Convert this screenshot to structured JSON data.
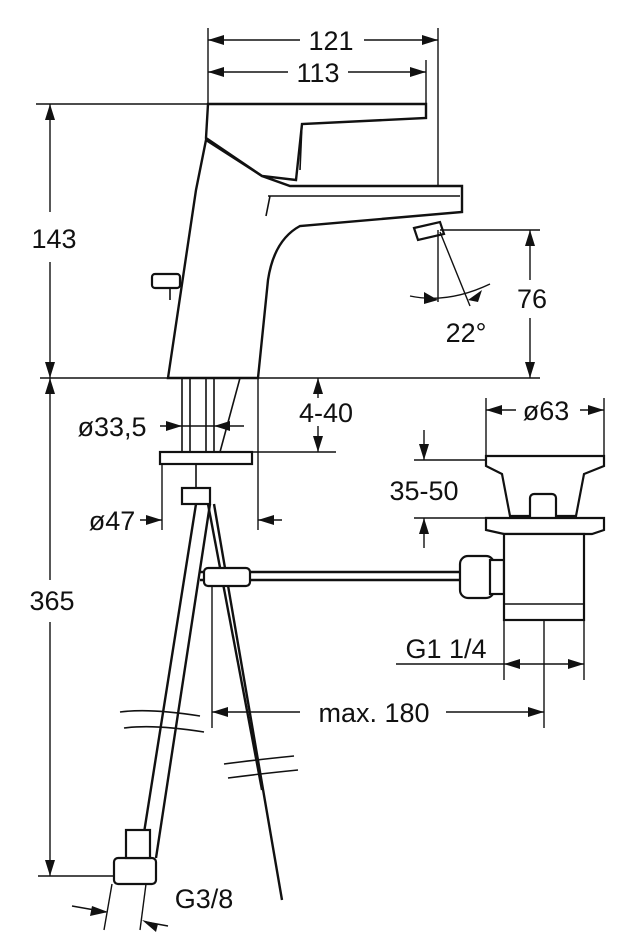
{
  "dimensions": {
    "width_121": "121",
    "width_113": "113",
    "height_143": "143",
    "spout_height_76": "76",
    "angle_22": "22°",
    "diameter_33_5": "ø33,5",
    "range_4_40": "4-40",
    "diameter_63": "ø63",
    "range_35_50": "35-50",
    "diameter_47": "ø47",
    "height_365": "365",
    "thread_g1_1_4": "G1 1/4",
    "max_180": "max. 180",
    "thread_g3_8": "G3/8"
  }
}
